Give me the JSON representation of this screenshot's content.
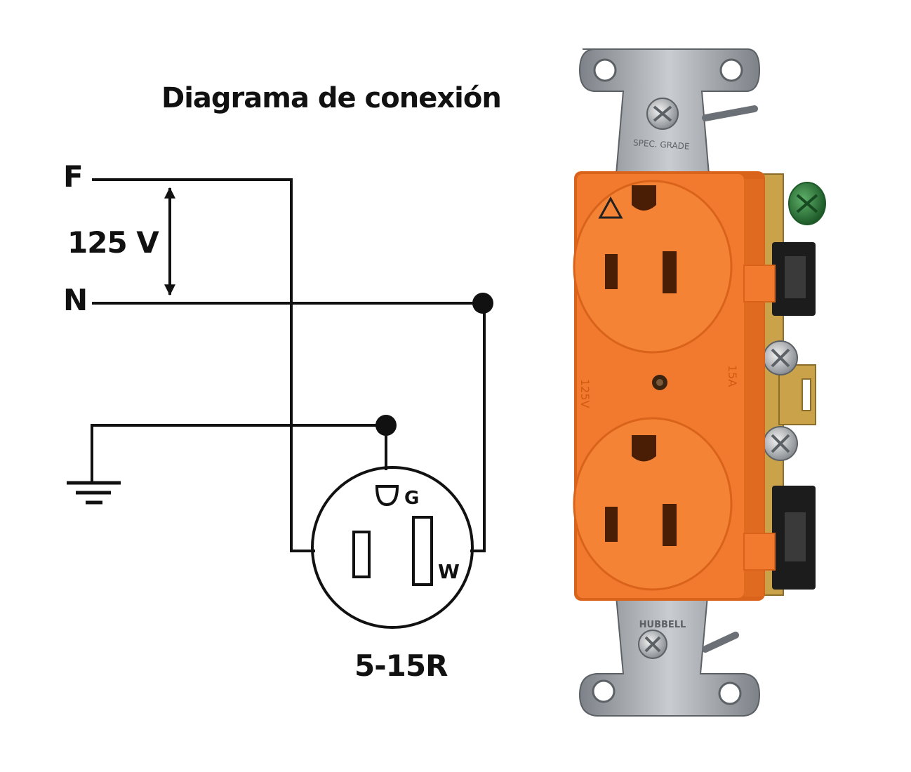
{
  "diagram": {
    "title": "Diagrama de conexión",
    "line_label_phase": "F",
    "line_label_neutral": "N",
    "voltage_label": "125 V",
    "terminal_ground": "G",
    "terminal_white": "W",
    "receptacle_code": "5-15R",
    "line_color": "#111111"
  },
  "outlet": {
    "body_color": "#f27a2e",
    "body_shadow_color": "#d9631b",
    "strap_color": "#a9adb2",
    "side_bracket_color": "#1c1c1c",
    "ground_screw_color": "#2b7a3a",
    "brass_color": "#c9a24a",
    "marking_warning_icon": "triangle-icon",
    "marking_strap_top": "SPEC. GRADE",
    "marking_strap_bottom": "HUBBELL",
    "marking_voltage": "125V",
    "marking_amperage": "15A"
  }
}
